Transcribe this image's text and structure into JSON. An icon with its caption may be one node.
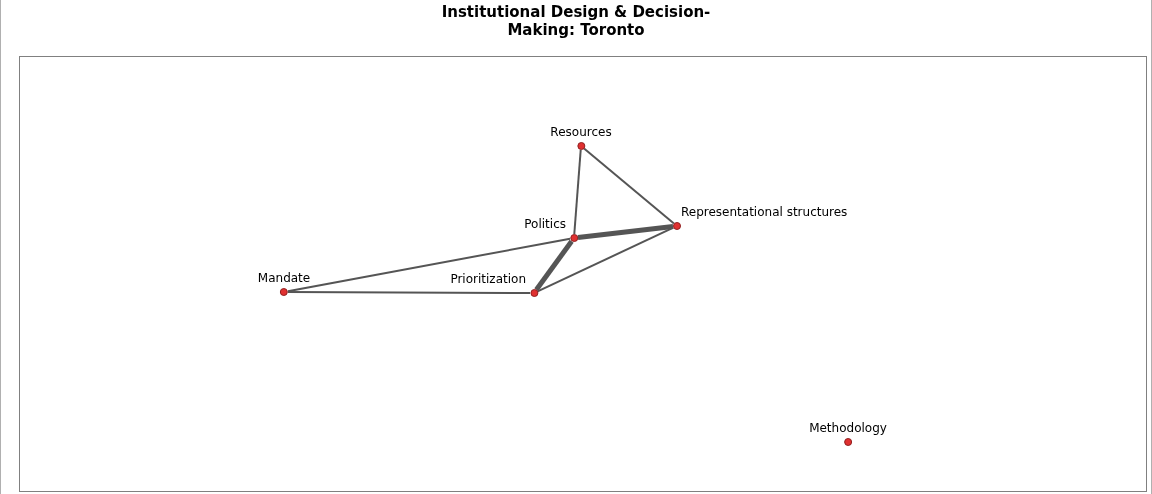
{
  "diagram": {
    "title": "Institutional Design & Decision-Making: Toronto",
    "nodes": [
      {
        "text": [
          "Resources"
        ]
      },
      {
        "text": [
          "Representational structures"
        ]
      },
      {
        "text": [
          "Politics"
        ]
      },
      {
        "text": [
          "Mandate"
        ]
      },
      {
        "text": [
          "Prioritization"
        ]
      },
      {
        "text": [
          "Methodology"
        ]
      }
    ],
    "edges": [
      {
        "from": 0,
        "to": 2,
        "arrow": "none"
      },
      {
        "from": 0,
        "to": 1,
        "arrow": "none"
      },
      {
        "from": 2,
        "to": 1,
        "arrow": "none",
        "style": "thick"
      },
      {
        "from": 3,
        "to": 2,
        "arrow": "none"
      },
      {
        "from": 2,
        "to": 4,
        "arrow": "none",
        "style": "thick"
      },
      {
        "from": 4,
        "to": 1,
        "arrow": "none"
      },
      {
        "from": 3,
        "to": 4,
        "arrow": "none"
      }
    ]
  }
}
